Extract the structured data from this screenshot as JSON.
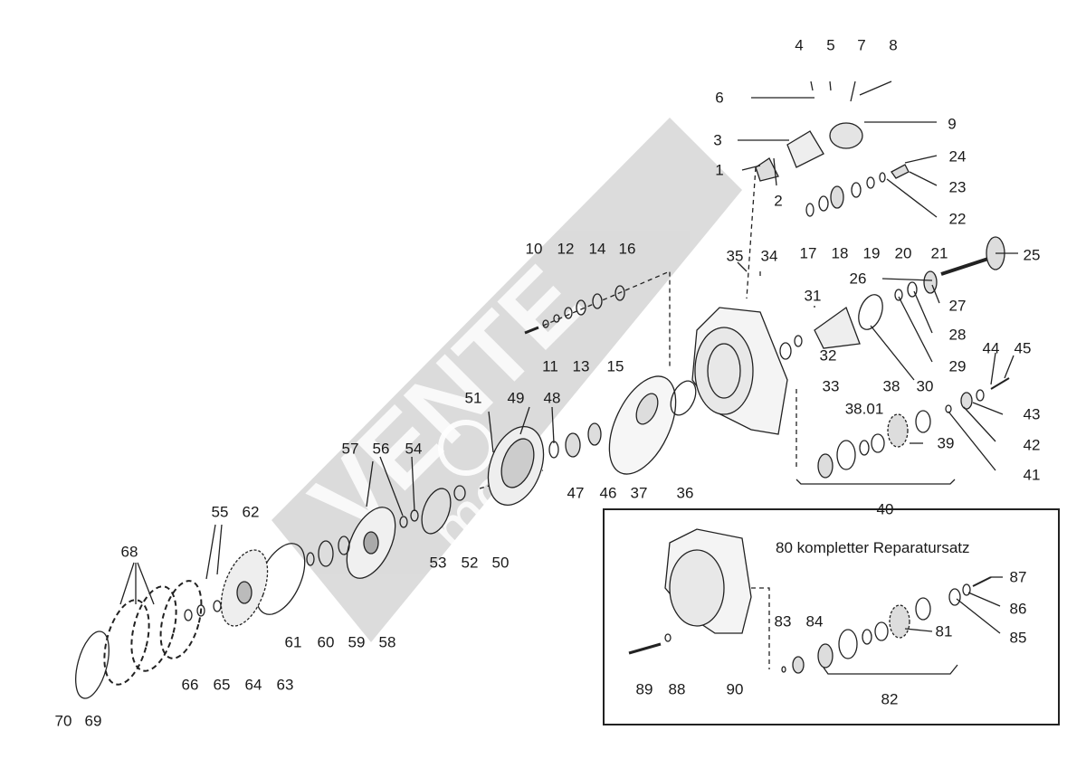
{
  "diagram": {
    "kit_number": "80",
    "kit_text": "kompletter Reparatursatz",
    "watermark": "VENTE moto",
    "labels": [
      "1",
      "2",
      "3",
      "4",
      "5",
      "6",
      "7",
      "8",
      "9",
      "10",
      "11",
      "12",
      "13",
      "14",
      "15",
      "16",
      "17",
      "18",
      "19",
      "20",
      "21",
      "22",
      "23",
      "24",
      "25",
      "26",
      "27",
      "28",
      "29",
      "30",
      "31",
      "32",
      "33",
      "34",
      "35",
      "36",
      "37",
      "38",
      "38.01",
      "39",
      "40",
      "41",
      "42",
      "43",
      "44",
      "45",
      "46",
      "47",
      "48",
      "49",
      "50",
      "51",
      "52",
      "53",
      "54",
      "55",
      "56",
      "57",
      "58",
      "59",
      "60",
      "61",
      "62",
      "63",
      "64",
      "65",
      "66",
      "68",
      "69",
      "70",
      "81",
      "82",
      "83",
      "84",
      "85",
      "86",
      "87",
      "88",
      "89",
      "90"
    ]
  }
}
